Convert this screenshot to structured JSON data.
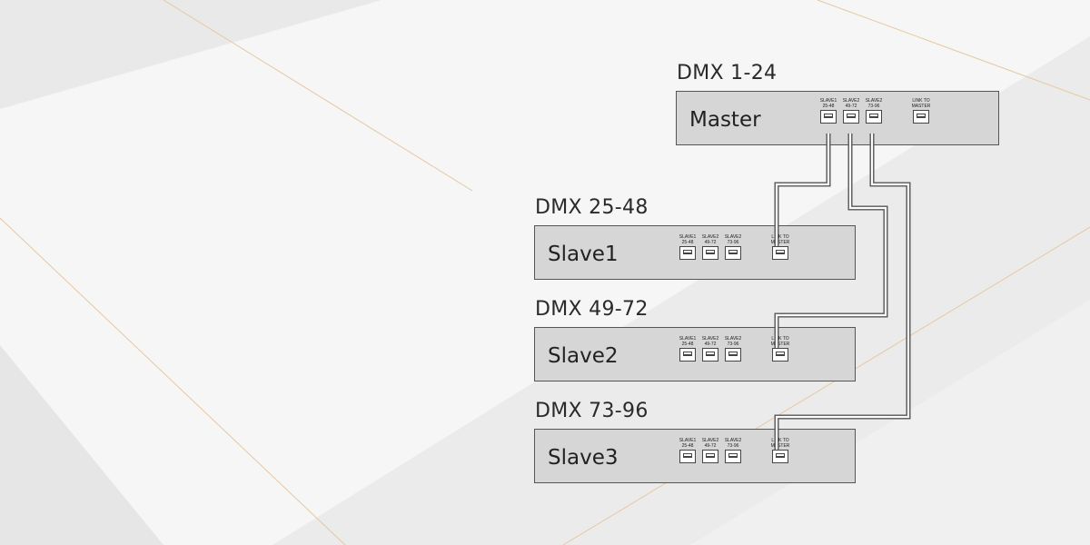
{
  "devices": [
    {
      "id": "master",
      "dmx_range": "DMX 1-24",
      "name": "Master",
      "ports": [
        "SLAVE1\n25-48",
        "SLAVE2\n49-72",
        "SLAVE2\n73-96",
        "LINK TO\nMASTER"
      ]
    },
    {
      "id": "slave1",
      "dmx_range": "DMX 25-48",
      "name": "Slave1",
      "ports": [
        "SLAVE1\n25-48",
        "SLAVE2\n49-72",
        "SLAVE2\n73-96",
        "LINK TO\nMASTER"
      ]
    },
    {
      "id": "slave2",
      "dmx_range": "DMX 49-72",
      "name": "Slave2",
      "ports": [
        "SLAVE1\n25-48",
        "SLAVE2\n49-72",
        "SLAVE2\n73-96",
        "LINK TO\nMASTER"
      ]
    },
    {
      "id": "slave3",
      "dmx_range": "DMX 73-96",
      "name": "Slave3",
      "ports": [
        "SLAVE1\n25-48",
        "SLAVE2\n49-72",
        "SLAVE2\n73-96",
        "LINK TO\nMASTER"
      ]
    }
  ],
  "colors": {
    "device_fill": "#d6d6d6",
    "device_border": "#555555",
    "cable": "#555555",
    "background": "#f1f1f1"
  }
}
